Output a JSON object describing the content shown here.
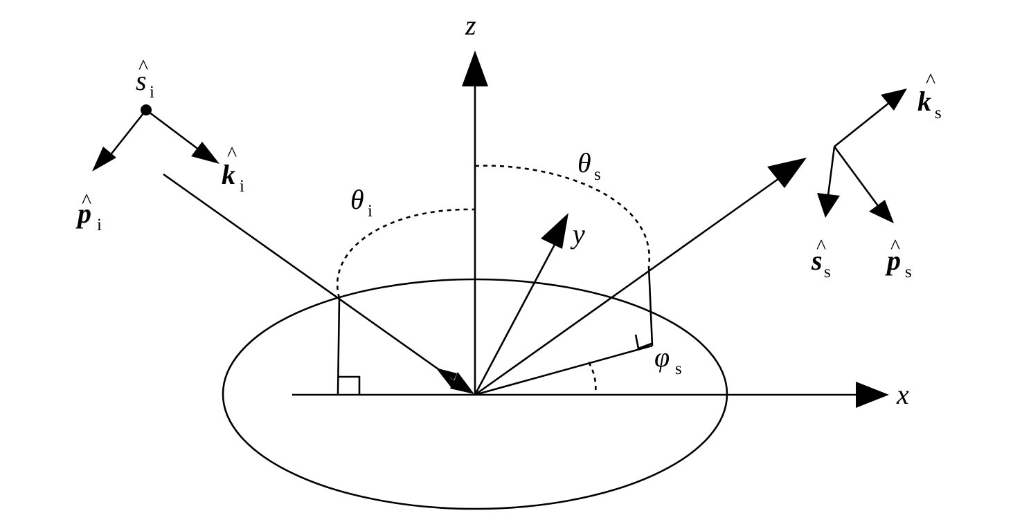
{
  "axes": {
    "x": "x",
    "y": "y",
    "z": "z"
  },
  "angles": {
    "theta_i": {
      "symbol": "θ",
      "subscript": "i"
    },
    "theta_s": {
      "symbol": "θ",
      "subscript": "s"
    },
    "phi_s": {
      "symbol": "φ",
      "subscript": "s"
    }
  },
  "incident": {
    "s_hat": {
      "symbol": "s",
      "subscript": "i",
      "hat": "^"
    },
    "k_hat": {
      "symbol": "k",
      "subscript": "i",
      "hat": "^"
    },
    "p_hat": {
      "symbol": "p",
      "subscript": "i",
      "hat": "^"
    }
  },
  "scattered": {
    "k_hat": {
      "symbol": "k",
      "subscript": "s",
      "hat": "^"
    },
    "s_hat": {
      "symbol": "s",
      "subscript": "s",
      "hat": "^"
    },
    "p_hat": {
      "symbol": "p",
      "subscript": "s",
      "hat": "^"
    }
  },
  "colors": {
    "stroke": "#000000",
    "background": "#ffffff"
  }
}
